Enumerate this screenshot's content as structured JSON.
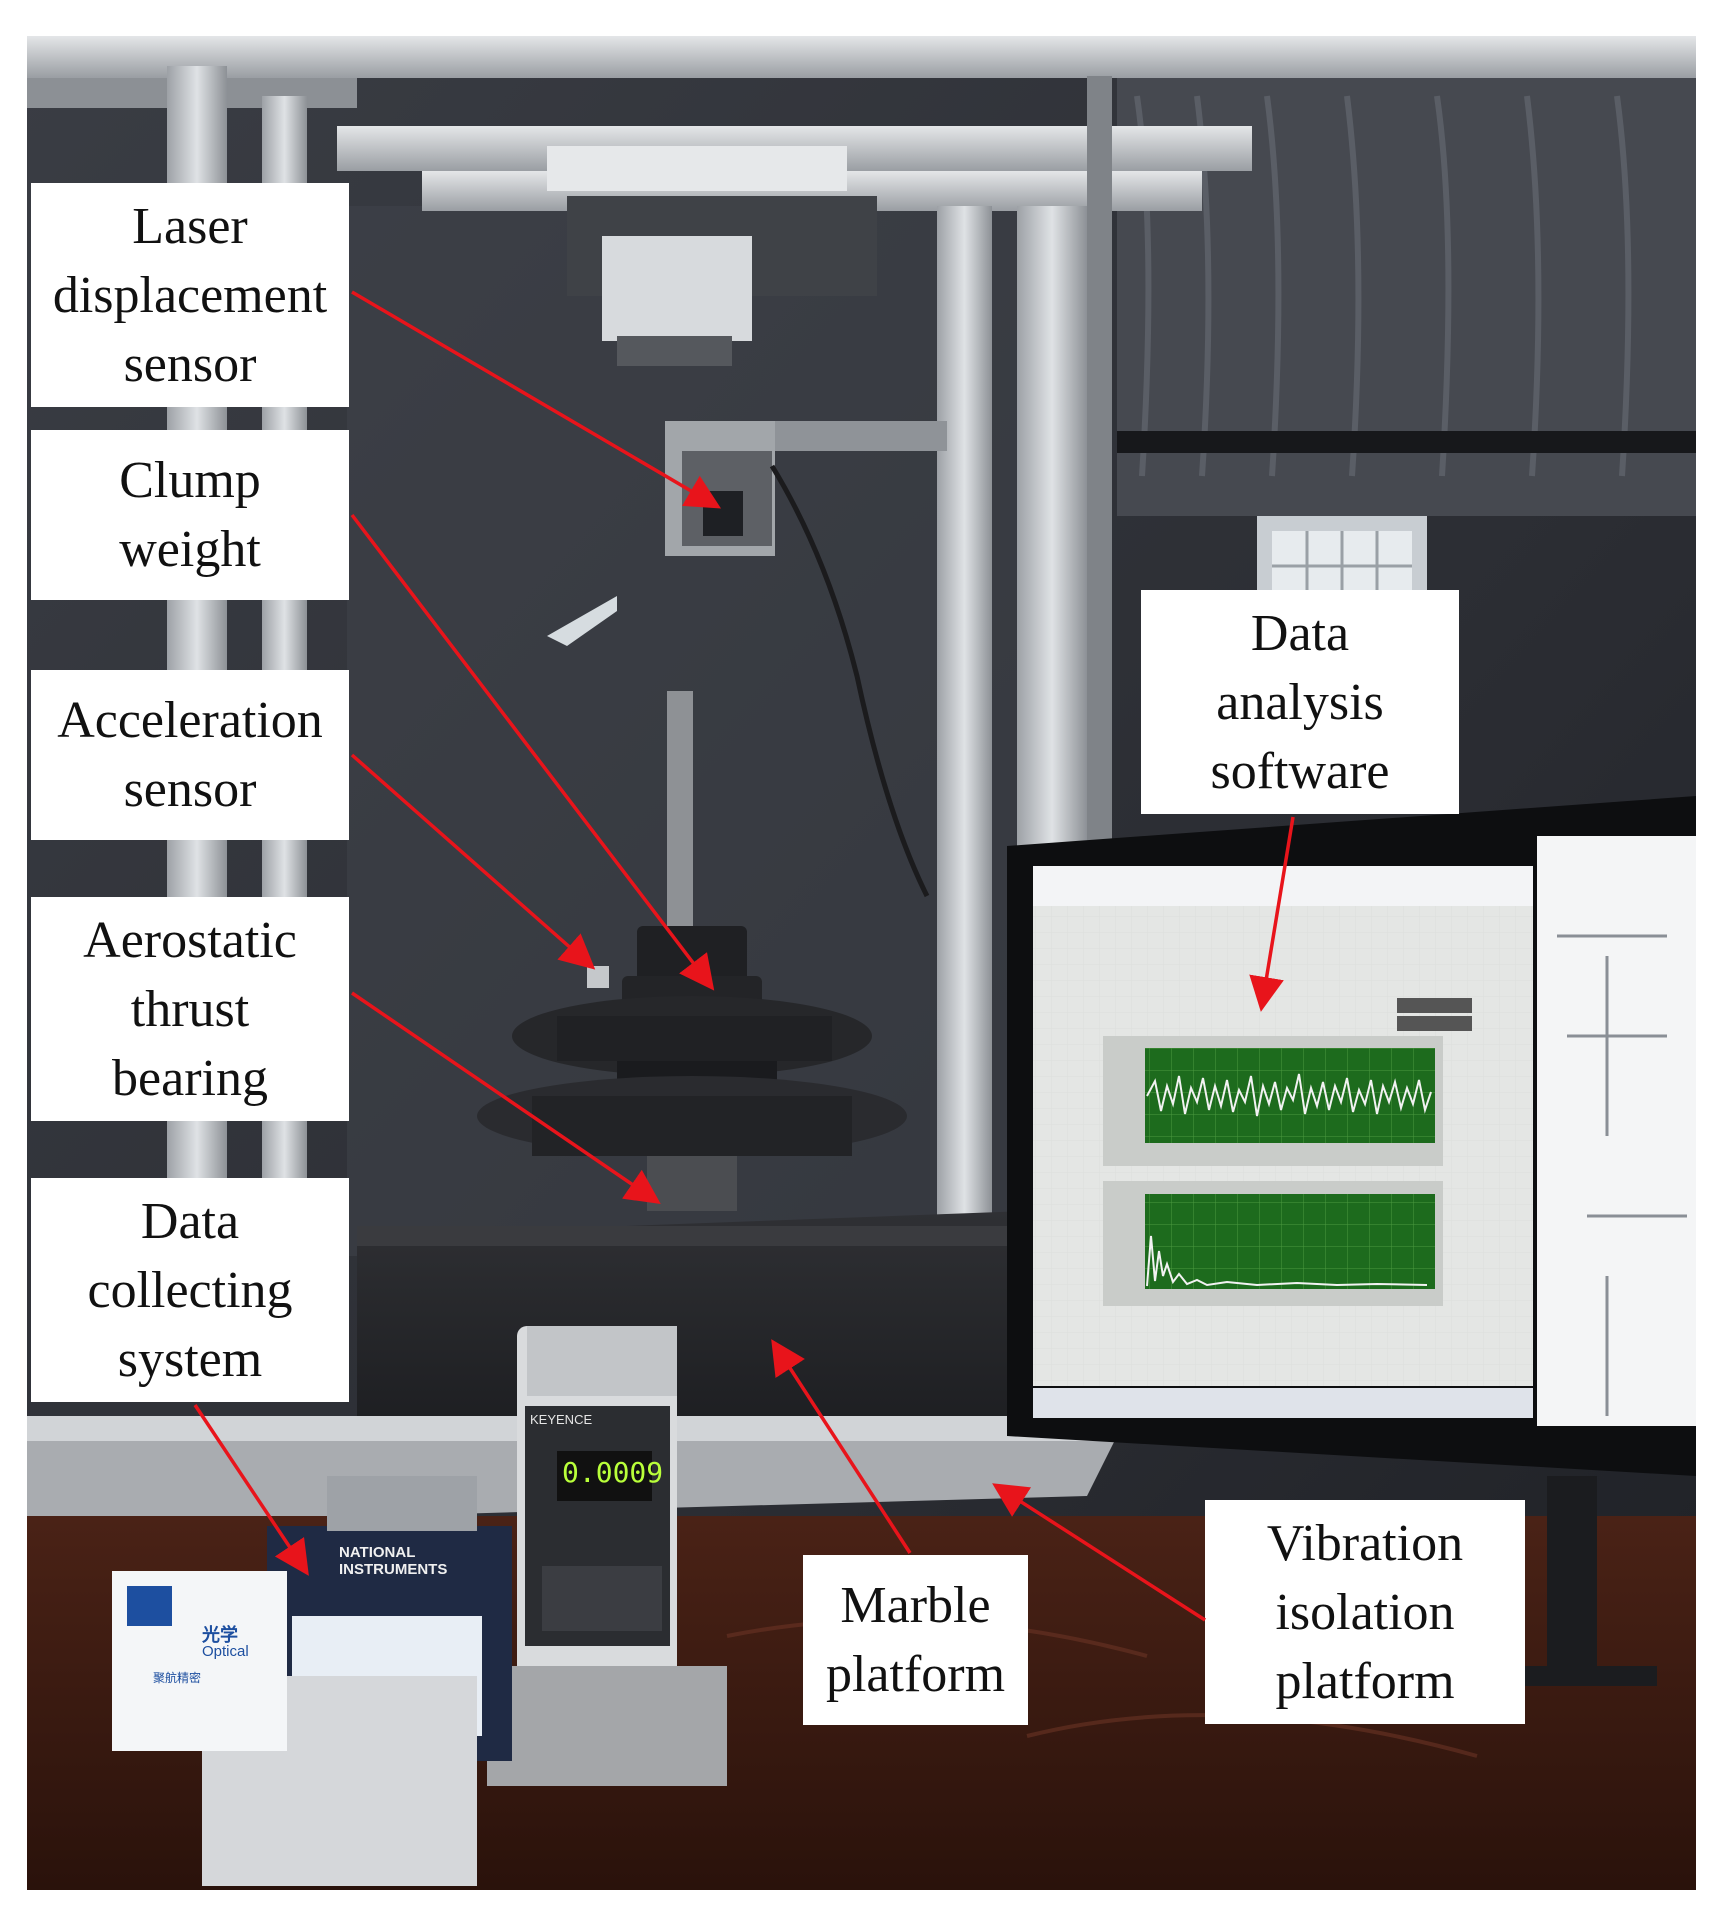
{
  "labels": {
    "laser": [
      "Laser",
      "displacement",
      "sensor"
    ],
    "clump": [
      "Clump",
      "weight"
    ],
    "accel": [
      "Acceleration",
      "sensor"
    ],
    "bearing": [
      "Aerostatic",
      "thrust",
      "bearing"
    ],
    "daq": [
      "Data",
      "collecting",
      "system"
    ],
    "software": [
      "Data",
      "analysis",
      "software"
    ],
    "marble": [
      "Marble",
      "platform"
    ],
    "vibration": [
      "Vibration",
      "isolation",
      "platform"
    ]
  },
  "readout": {
    "value": "0.0009",
    "brand": "KEYENCE"
  },
  "daq_brand": [
    "NATIONAL",
    "INSTRUMENTS"
  ],
  "sign": {
    "logo": "光学",
    "logo_sub": "Optical",
    "company": "聚航精密"
  },
  "colors": {
    "arrow": "#e8141b",
    "label_bg": "#ffffff",
    "frame": "#c9ccd0",
    "screen_green": "#2f7d2f",
    "signal": "#f2f2f2"
  }
}
